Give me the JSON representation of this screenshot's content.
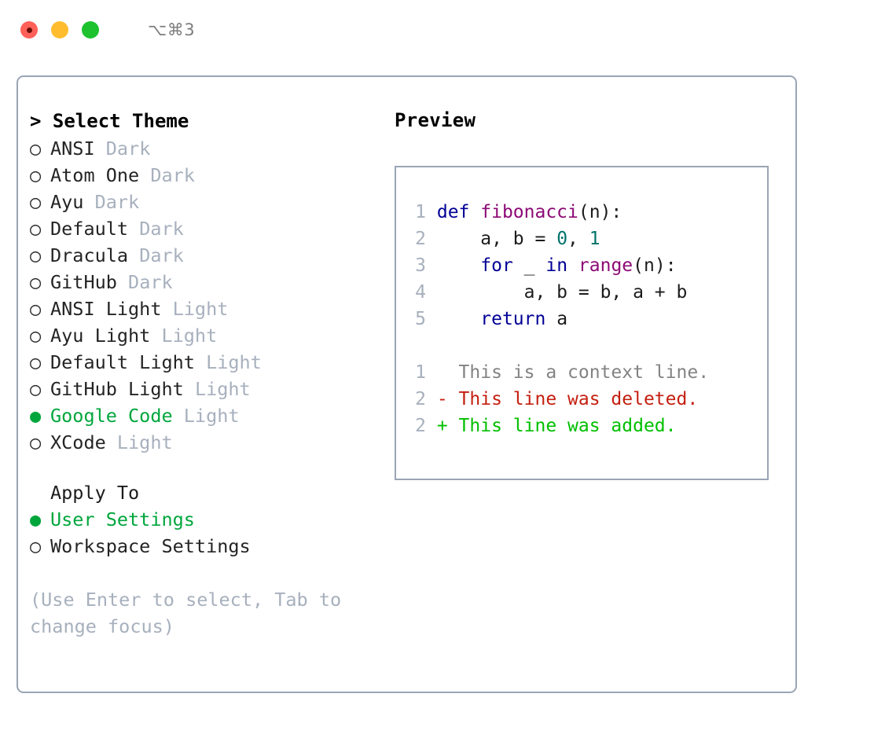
{
  "window": {
    "shortcut_label": "⌥⌘3",
    "traffic_lights": [
      "close",
      "minimize",
      "zoom"
    ]
  },
  "theme_picker": {
    "header": "> Select Theme",
    "marker_selected": "●",
    "marker_unselected": "○",
    "items": [
      {
        "name": "ANSI",
        "variant": "Dark",
        "selected": false
      },
      {
        "name": "Atom One",
        "variant": "Dark",
        "selected": false
      },
      {
        "name": "Ayu",
        "variant": "Dark",
        "selected": false
      },
      {
        "name": "Default",
        "variant": "Dark",
        "selected": false
      },
      {
        "name": "Dracula",
        "variant": "Dark",
        "selected": false
      },
      {
        "name": "GitHub",
        "variant": "Dark",
        "selected": false
      },
      {
        "name": "ANSI Light",
        "variant": "Light",
        "selected": false
      },
      {
        "name": "Ayu Light",
        "variant": "Light",
        "selected": false
      },
      {
        "name": "Default Light",
        "variant": "Light",
        "selected": false
      },
      {
        "name": "GitHub Light",
        "variant": "Light",
        "selected": false
      },
      {
        "name": "Google Code",
        "variant": "Light",
        "selected": true
      },
      {
        "name": "XCode",
        "variant": "Light",
        "selected": false
      }
    ]
  },
  "apply_to": {
    "header": "Apply To",
    "items": [
      {
        "name": "User Settings",
        "selected": true
      },
      {
        "name": "Workspace Settings",
        "selected": false
      }
    ]
  },
  "hint": "(Use Enter to select, Tab to change focus)",
  "preview": {
    "title": "Preview",
    "code_lines": [
      {
        "lineno": "1",
        "tokens": [
          {
            "t": "def ",
            "c": "kw"
          },
          {
            "t": "fibonacci",
            "c": "fn"
          },
          {
            "t": "(n):",
            "c": "plain"
          }
        ]
      },
      {
        "lineno": "2",
        "tokens": [
          {
            "t": "    a, b = ",
            "c": "plain"
          },
          {
            "t": "0",
            "c": "num"
          },
          {
            "t": ", ",
            "c": "plain"
          },
          {
            "t": "1",
            "c": "num"
          }
        ]
      },
      {
        "lineno": "3",
        "tokens": [
          {
            "t": "    ",
            "c": "plain"
          },
          {
            "t": "for",
            "c": "kw"
          },
          {
            "t": " _ ",
            "c": "plain"
          },
          {
            "t": "in",
            "c": "kw"
          },
          {
            "t": " ",
            "c": "plain"
          },
          {
            "t": "range",
            "c": "fn"
          },
          {
            "t": "(n):",
            "c": "plain"
          }
        ]
      },
      {
        "lineno": "4",
        "tokens": [
          {
            "t": "        a, b = b, a + b",
            "c": "plain"
          }
        ]
      },
      {
        "lineno": "5",
        "tokens": [
          {
            "t": "    ",
            "c": "plain"
          },
          {
            "t": "return",
            "c": "kw"
          },
          {
            "t": " a",
            "c": "plain"
          }
        ]
      }
    ],
    "diff_lines": [
      {
        "lineno": "1",
        "text": "  This is a context line.",
        "kind": "ctx"
      },
      {
        "lineno": "2",
        "text": "- This line was deleted.",
        "kind": "del"
      },
      {
        "lineno": "2",
        "text": "+ This line was added.",
        "kind": "add"
      }
    ]
  },
  "colors": {
    "accent_green": "#00a63c",
    "border": "#9aa5b5",
    "muted": "#a7b0bd",
    "keyword": "#000096",
    "function": "#8c0a75",
    "number": "#00736b",
    "diff_add": "#00bf00",
    "diff_del": "#c41f10",
    "diff_ctx": "#838383"
  }
}
